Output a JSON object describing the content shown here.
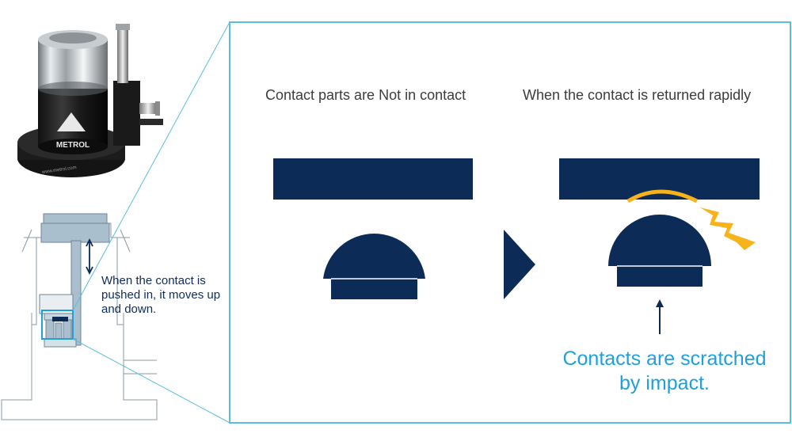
{
  "product": {
    "brand": "METROL",
    "website": "www.metrol.com"
  },
  "cross_section": {
    "note": "When the contact is pushed in, it moves up and down."
  },
  "detail": {
    "left_caption": "Contact parts are Not in contact",
    "right_caption": "When the contact is returned rapidly",
    "result_line1": "Contacts are scratched",
    "result_line2": "by impact."
  },
  "colors": {
    "navy": "#0c2b57",
    "accent_blue": "#1fa0dc",
    "spark_yellow": "#f7b319",
    "frame_blue": "#5bbde4",
    "section_grey": "#a9bfcd"
  }
}
